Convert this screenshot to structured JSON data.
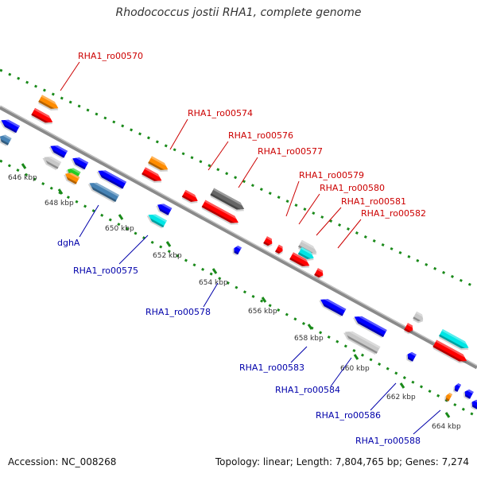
{
  "title": "Rhodococcus jostii RHA1, complete genome",
  "footer": {
    "accession": "Accession: NC_008268",
    "topology": "Topology: linear; Length: 7,804,765 bp; Genes: 7,274"
  },
  "colors": {
    "forward_label": "#cc0000",
    "reverse_label": "#0000aa",
    "backbone": "#8a8a8a",
    "tick_dots": "#1a8a1a"
  },
  "ticks": [
    "646 kbp",
    "648 kbp",
    "650 kbp",
    "652 kbp",
    "654 kbp",
    "656 kbp",
    "658 kbp",
    "660 kbp",
    "662 kbp",
    "664 kbp"
  ],
  "upper_labels": [
    "RHA1_ro00570",
    "RHA1_ro00574",
    "RHA1_ro00576",
    "RHA1_ro00577",
    "RHA1_ro00579",
    "RHA1_ro00580",
    "RHA1_ro00581",
    "RHA1_ro00582"
  ],
  "lower_labels": [
    "dghA",
    "RHA1_ro00575",
    "RHA1_ro00578",
    "RHA1_ro00583",
    "RHA1_ro00584",
    "RHA1_ro00586",
    "RHA1_ro00588"
  ]
}
